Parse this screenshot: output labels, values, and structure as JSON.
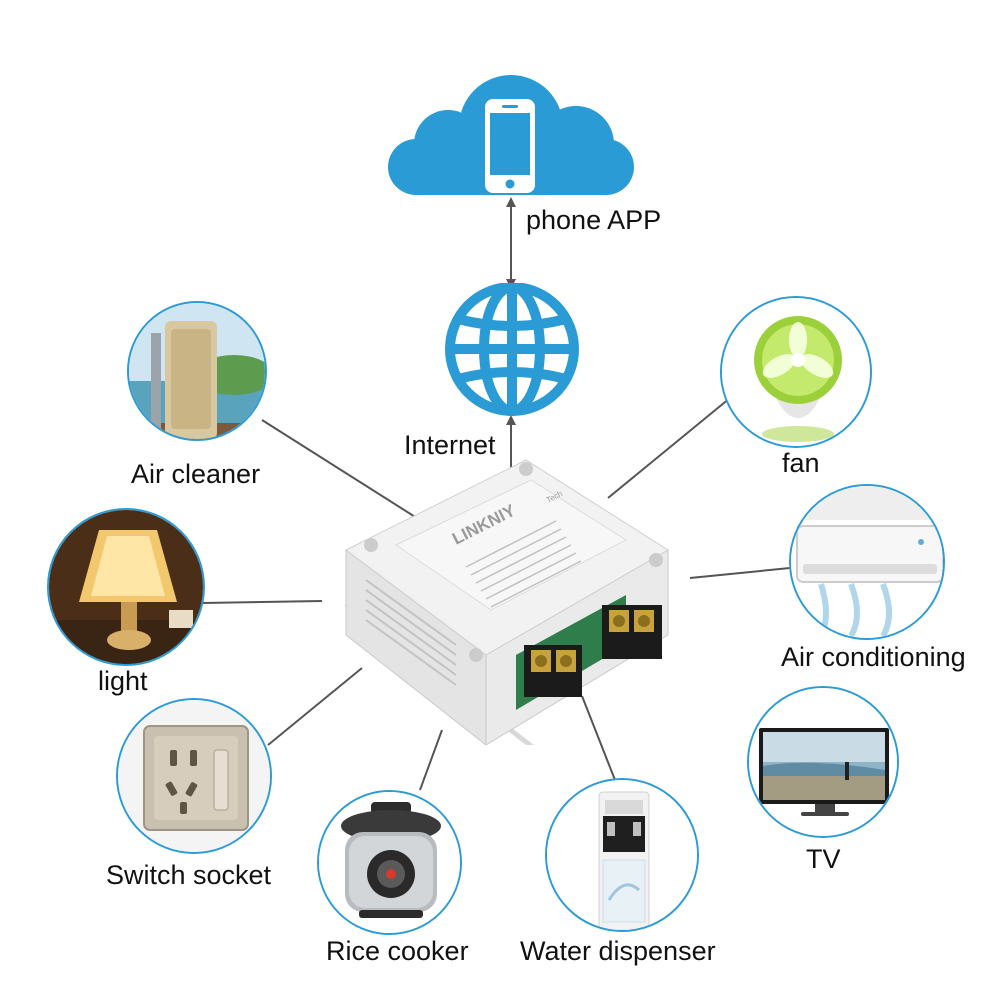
{
  "colors": {
    "accent": "#2b9bd6",
    "connector": "#555555",
    "text": "#111111"
  },
  "cloud": {
    "icon": "smartphone-icon",
    "label": "phone APP"
  },
  "internet": {
    "icon": "globe-icon",
    "label": "Internet"
  },
  "device": {
    "brand": "LINKNIY",
    "suffix": "Tech"
  },
  "appliances": {
    "air_cleaner": "Air cleaner",
    "light": "light",
    "switch_socket": "Switch socket",
    "rice_cooker": "Rice cooker",
    "water_dispenser": "Water dispenser",
    "tv": "TV",
    "air_conditioning": "Air conditioning",
    "fan": "fan"
  }
}
